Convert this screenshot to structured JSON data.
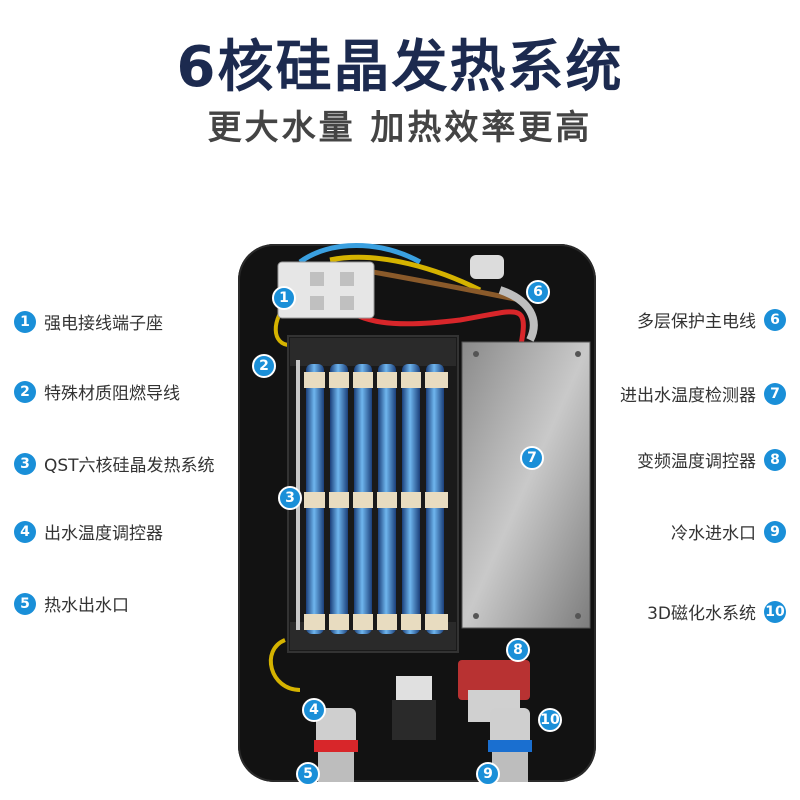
{
  "header": {
    "title": "6核硅晶发热系统",
    "subtitle": "更大水量 加热效率更高"
  },
  "colors": {
    "accent": "#1a8fd8",
    "title": "#1c2a4f"
  },
  "left_labels": [
    {
      "num": "1",
      "text": "强电接线端子座"
    },
    {
      "num": "2",
      "text": "特殊材质阻燃导线"
    },
    {
      "num": "3",
      "text": "QST六核硅晶发热系统"
    },
    {
      "num": "4",
      "text": "出水温度调控器"
    },
    {
      "num": "5",
      "text": "热水出水口"
    }
  ],
  "right_labels": [
    {
      "num": "6",
      "text": "多层保护主电线"
    },
    {
      "num": "7",
      "text": "进出水温度检测器"
    },
    {
      "num": "8",
      "text": "变频温度调控器"
    },
    {
      "num": "9",
      "text": "冷水进水口"
    },
    {
      "num": "10",
      "text": "3D磁化水系统"
    }
  ],
  "markers": [
    "1",
    "2",
    "3",
    "4",
    "5",
    "6",
    "7",
    "8",
    "9",
    "10"
  ]
}
